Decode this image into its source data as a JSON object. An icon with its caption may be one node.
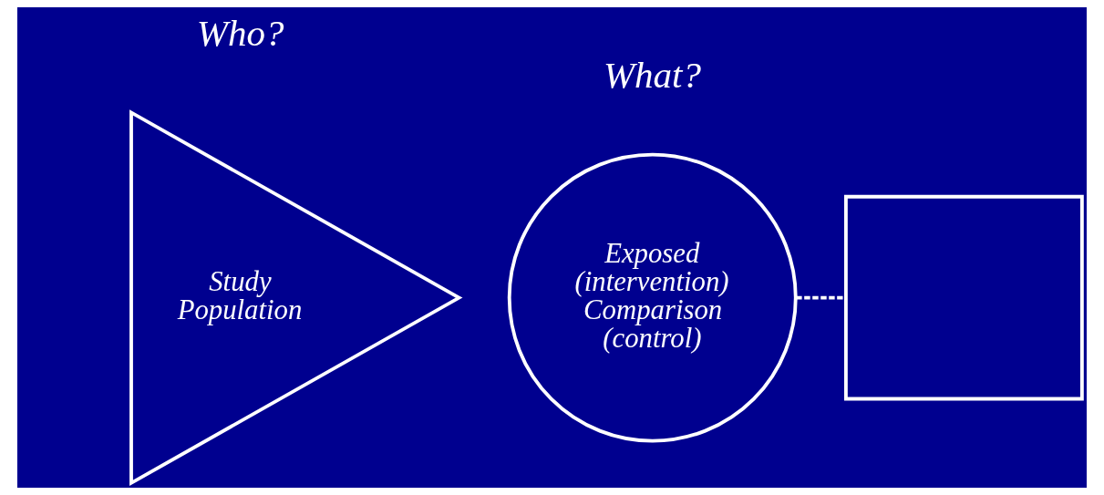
{
  "diagram": {
    "nodes": [
      {
        "text": [
          "Study Population"
        ]
      },
      {
        "text": [
          "Exposed (intervention)",
          "Comparison (control)"
        ]
      },
      {
        "text": [],
        "shape": "box"
      }
    ],
    "edges": [
      {
        "from": 1,
        "to": 2,
        "arrow": "none",
        "style": "dashed"
      }
    ],
    "labels": [
      "Who?",
      "What?"
    ]
  }
}
